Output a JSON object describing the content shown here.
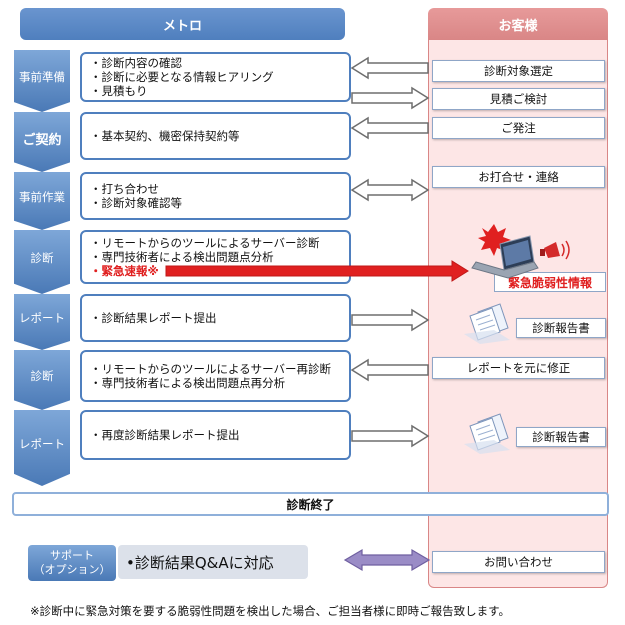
{
  "headers": {
    "meta": "メトロ",
    "customer": "お客様"
  },
  "phases": [
    {
      "label": "事前準備",
      "bold": false
    },
    {
      "label": "ご契約",
      "bold": true
    },
    {
      "label": "事前作業",
      "bold": false
    },
    {
      "label": "診断",
      "bold": false
    },
    {
      "label": "レポート",
      "bold": false
    },
    {
      "label": "診断",
      "bold": false
    },
    {
      "label": "レポート",
      "bold": false
    }
  ],
  "meta_tasks": [
    [
      "・診断内容の確認",
      "・診断に必要となる情報ヒアリング",
      "・見積もり"
    ],
    [
      "・基本契約、機密保持契約等"
    ],
    [
      "・打ち合わせ",
      "・診断対象確認等"
    ],
    [
      "・リモートからのツールによるサーバー診断",
      "・専門技術者による検出問題点分析"
    ],
    [
      "・診断結果レポート提出"
    ],
    [
      "・リモートからのツールによるサーバー再診断",
      "・専門技術者による検出問題点再分析"
    ],
    [
      "・再度診断結果レポート提出"
    ]
  ],
  "urgent_note": "・緊急速報※",
  "customer_tasks": [
    "診断対象選定",
    "見積ご検討",
    "ご発注",
    "お打合せ・連絡",
    "レポートを元に修正",
    "お問い合わせ"
  ],
  "alert_label": "緊急脆弱性情報",
  "report_labels": [
    "診断報告書",
    "診断報告書"
  ],
  "end_label": "診断終了",
  "support": {
    "label_line1": "サポート",
    "label_line2": "（オプション）",
    "text": "•診断結果Q&Aに対応"
  },
  "footnote": "※診断中に緊急対策を要する脆弱性問題を検出した場合、ご担当者様に即時ご報告致します。",
  "colors": {
    "meta_blue": "#4f7fbe",
    "customer_pink": "#d98686",
    "urgent_red": "#e02020",
    "support_arrow": "#8a7bb8"
  },
  "icons": [
    "laptop-alert-icon",
    "megaphone-icon",
    "report-document-icon"
  ]
}
